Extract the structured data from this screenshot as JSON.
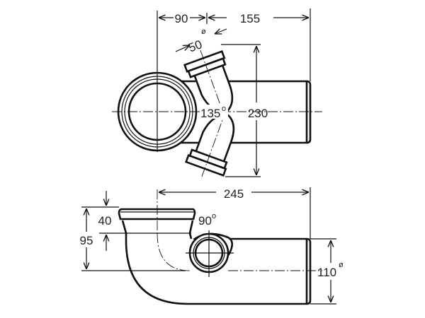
{
  "drawing": {
    "top_view": {
      "dim_offset": "90",
      "dim_length": "155",
      "dim_branch_diameter": "50",
      "dim_branch_diameter_symbol": "ø",
      "angle": "135",
      "angle_symbol": "o",
      "dim_branch_span": "230"
    },
    "side_view": {
      "dim_length": "245",
      "dim_socket": "40",
      "dim_height": "95",
      "angle": "90",
      "angle_symbol": "o",
      "dim_pipe_diameter": "110",
      "dim_pipe_diameter_symbol": "ø"
    }
  }
}
